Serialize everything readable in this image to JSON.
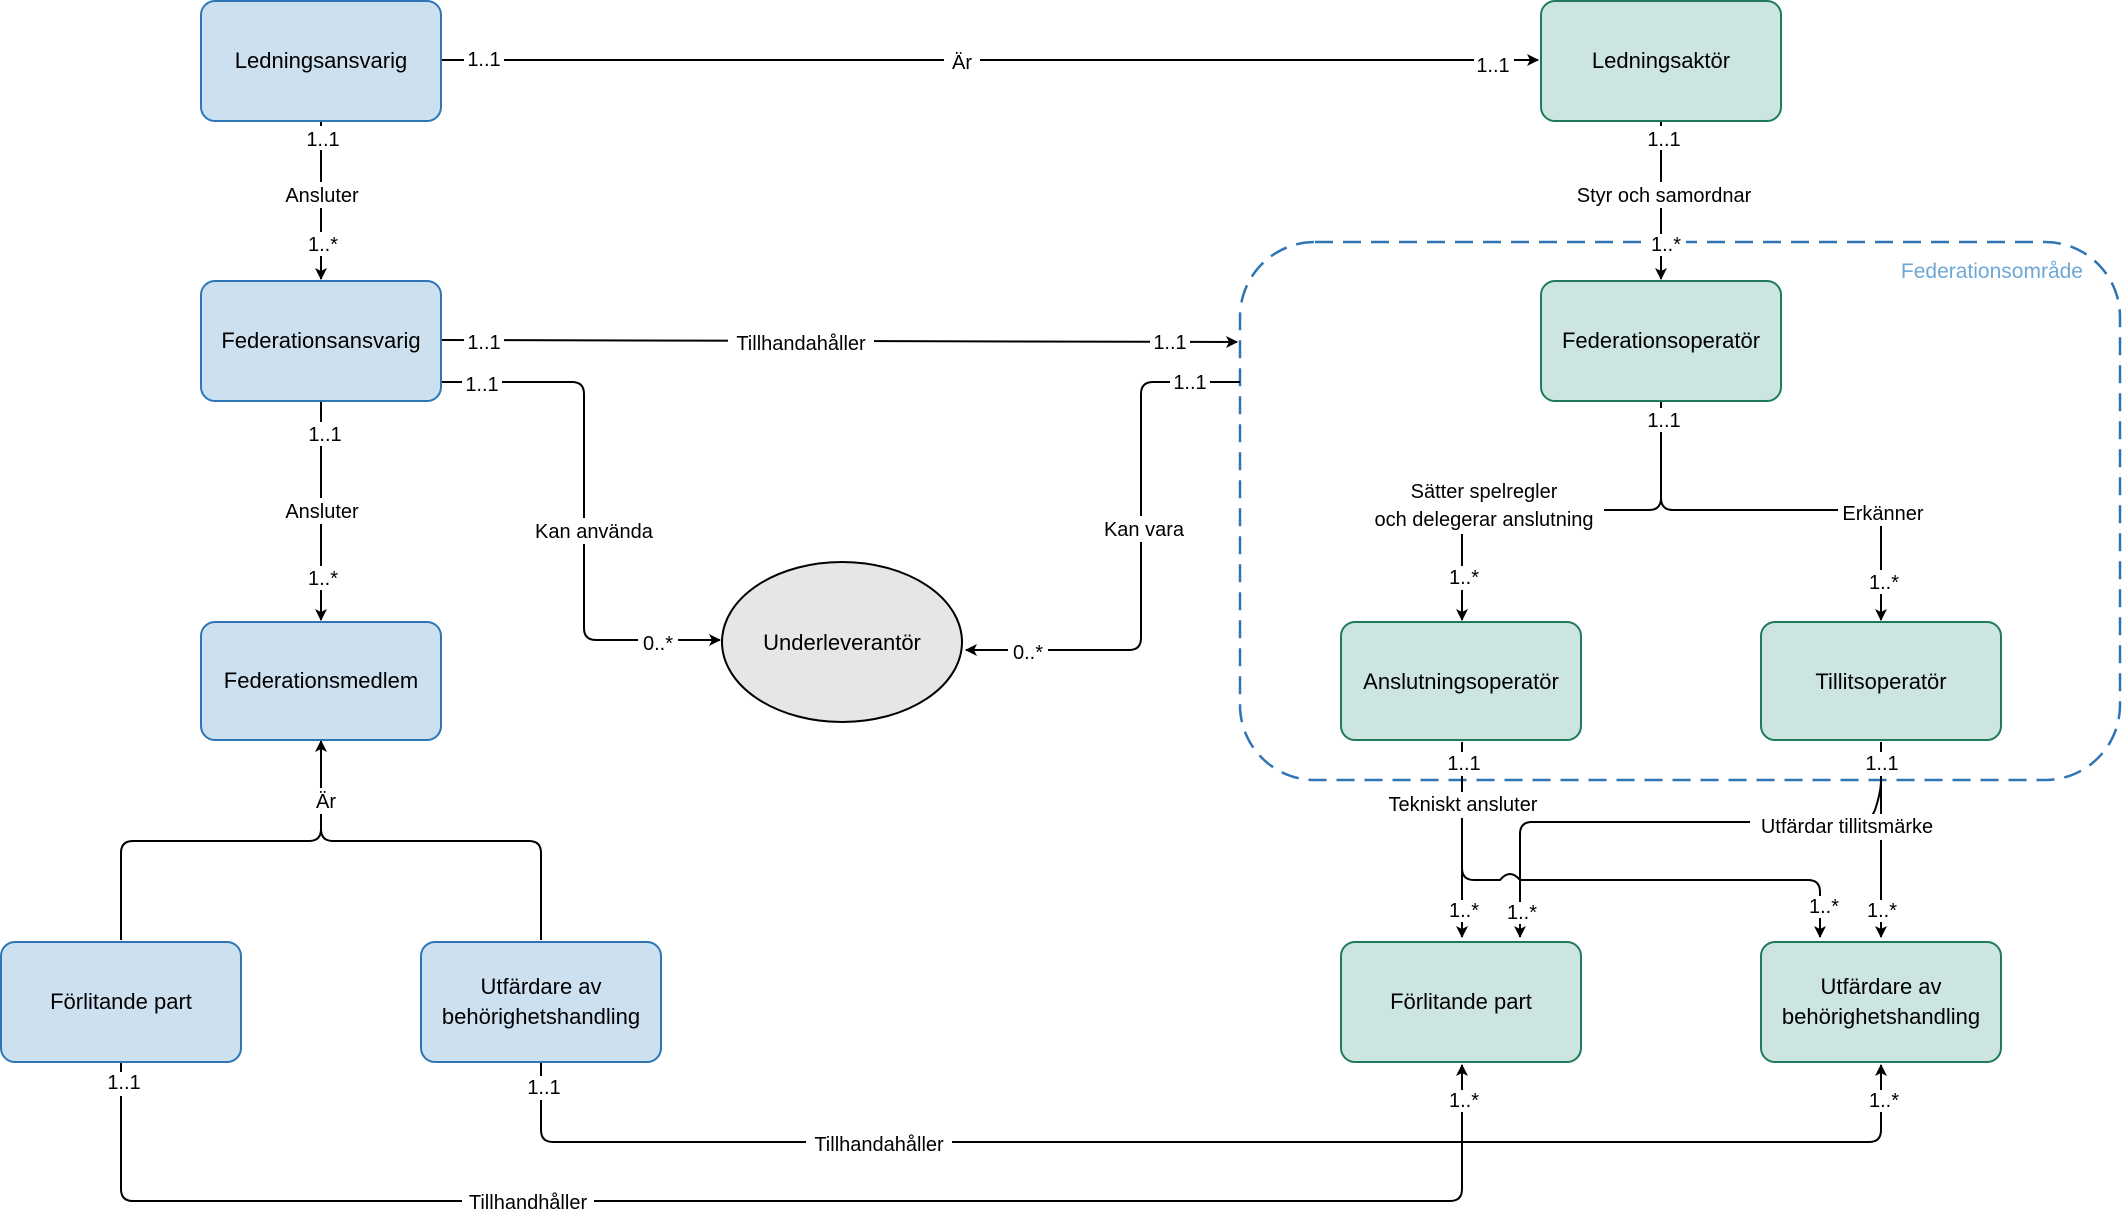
{
  "colors": {
    "blue_fill": "#cce0f0",
    "blue_stroke": "#2e75b6",
    "green_fill": "#cce5e0",
    "green_stroke": "#1f7a5c",
    "ellipse_fill": "#e6e6e6",
    "group_border": "#2e75b6",
    "group_label": "#6fa8d6"
  },
  "group": {
    "label": "Federationsområde"
  },
  "nodes": {
    "ledningsansvarig": "Ledningsansvarig",
    "federationsansvarig": "Federationsansvarig",
    "federationsmedlem": "Federationsmedlem",
    "forlitande_part_left": "Förlitande part",
    "utfardare_left": [
      "Utfärdare av",
      "behörighetshandling"
    ],
    "underleverantor": "Underleverantör",
    "ledningsaktor": "Ledningsaktör",
    "federationsoperator": "Federationsoperatör",
    "anslutningsoperator": "Anslutningsoperatör",
    "tillitsoperator": "Tillitsoperatör",
    "forlitande_part_right": "Förlitande part",
    "utfardare_right": [
      "Utfärdare av",
      "behörighetshandling"
    ]
  },
  "edge_labels": {
    "ar_top": "Är",
    "ansluter_1": "Ansluter",
    "styr": "Styr och samordnar",
    "tillhandahaller_mid": "Tillhandahåller",
    "ansluter_2": "Ansluter",
    "kan_anvanda": "Kan använda",
    "kan_vara": "Kan vara",
    "satter": [
      "Sätter spelregler",
      "och delegerar anslutning"
    ],
    "erkanner": "Erkänner",
    "ar_bottom": "Är",
    "tekniskt": "Tekniskt ansluter",
    "utfardar": "Utfärdar tillitsmärke",
    "tillhandahaller_bottom": "Tillhandahåller",
    "tillhandhaller_bottom": "Tillhandhåller"
  },
  "multiplicities": {
    "ar_src": "1..1",
    "ar_dst": "1..1",
    "la_ans_src": "1..1",
    "la_ans_dst": "1..*",
    "lak_styr_src": "1..1",
    "lak_styr_dst": "1..*",
    "fa_till_src": "1..1",
    "fa_till_dst": "1..1",
    "fa_kan_src": "1..1",
    "fa_kan_dst": "0..*",
    "fa_ans_src": "1..1",
    "fa_ans_dst": "1..*",
    "grp_kan_src": "1..1",
    "grp_kan_dst": "0..*",
    "fo_src": "1..1",
    "satter_dst": "1..*",
    "erk_dst": "1..*",
    "ao_src": "1..1",
    "to_src": "1..1",
    "tek_dst1": "1..*",
    "utf_dst1": "1..*",
    "tek_dst2": "1..*",
    "utf_dst2": "1..*",
    "fpl_src": "1..1",
    "ul_src": "1..1",
    "fpr_dst": "1..*",
    "ur_dst": "1..*"
  }
}
